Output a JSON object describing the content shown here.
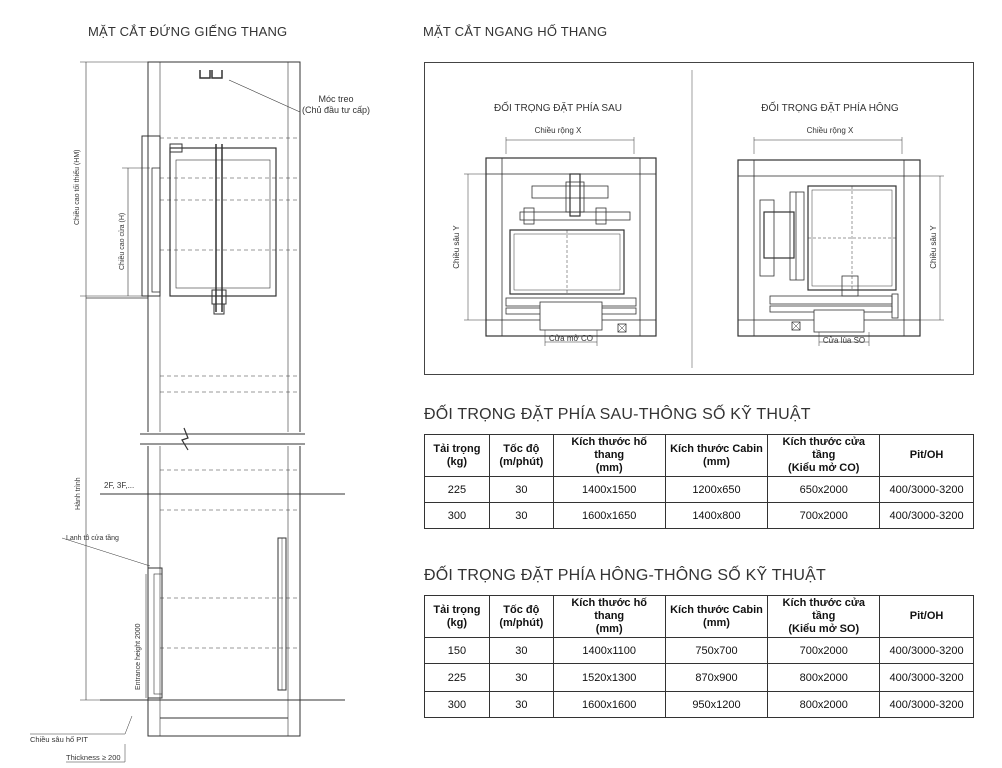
{
  "left": {
    "title": "MẶT CẮT ĐỨNG GIẾNG THANG",
    "labels": {
      "moc_treo": "Móc treo",
      "moc_treo_note": "(Chủ đầu tư cấp)",
      "chieu_cao_toi_thieu": "Chiều cao tối thiểu (HM)",
      "chieu_cao_cua": "Chiều cao cửa (H)",
      "hanh_trinh": "Hành trình",
      "floors": "2F, 3F,...",
      "lanh_to": "Lanh tô cửa tầng",
      "entrance_height": "Entrance height 2000",
      "chieu_sau_pit": "Chiều sâu hố PIT",
      "thickness": "Thickness ≥ 200"
    }
  },
  "right": {
    "title": "MẶT CẮT NGANG HỐ THANG",
    "plan_rear": {
      "title": "ĐỐI TRỌNG ĐẶT PHÍA SAU",
      "width_label": "Chiều rộng X",
      "depth_label": "Chiều sâu Y",
      "door_label": "Cửa mở CO"
    },
    "plan_side": {
      "title": "ĐỐI TRỌNG ĐẶT PHÍA HÔNG",
      "width_label": "Chiều rộng X",
      "depth_label": "Chiều sâu Y",
      "door_label": "Cửa lùa SO"
    }
  },
  "table_rear": {
    "title": "ĐỐI TRỌNG ĐẶT PHÍA SAU-THÔNG SỐ KỸ THUẬT",
    "headers": [
      [
        "Tải trọng",
        "(kg)"
      ],
      [
        "Tốc độ",
        "(m/phút)"
      ],
      [
        "Kích thước hố thang",
        "(mm)"
      ],
      [
        "Kích thước Cabin",
        "(mm)"
      ],
      [
        "Kích thước cửa tầng",
        "(Kiểu mở CO)"
      ],
      [
        "Pit/OH",
        ""
      ]
    ],
    "rows": [
      [
        "225",
        "30",
        "1400x1500",
        "1200x650",
        "650x2000",
        "400/3000-3200"
      ],
      [
        "300",
        "30",
        "1600x1650",
        "1400x800",
        "700x2000",
        "400/3000-3200"
      ]
    ]
  },
  "table_side": {
    "title": "ĐỐI TRỌNG ĐẶT PHÍA HÔNG-THÔNG SỐ KỸ THUẬT",
    "headers": [
      [
        "Tải trọng",
        "(kg)"
      ],
      [
        "Tốc độ",
        "(m/phút)"
      ],
      [
        "Kích thước hố thang",
        "(mm)"
      ],
      [
        "Kích thước Cabin",
        "(mm)"
      ],
      [
        "Kích thước cửa tầng",
        "(Kiểu mở SO)"
      ],
      [
        "Pit/OH",
        ""
      ]
    ],
    "rows": [
      [
        "150",
        "30",
        "1400x1100",
        "750x700",
        "700x2000",
        "400/3000-3200"
      ],
      [
        "225",
        "30",
        "1520x1300",
        "870x900",
        "800x2000",
        "400/3000-3200"
      ],
      [
        "300",
        "30",
        "1600x1600",
        "950x1200",
        "800x2000",
        "400/3000-3200"
      ]
    ]
  }
}
